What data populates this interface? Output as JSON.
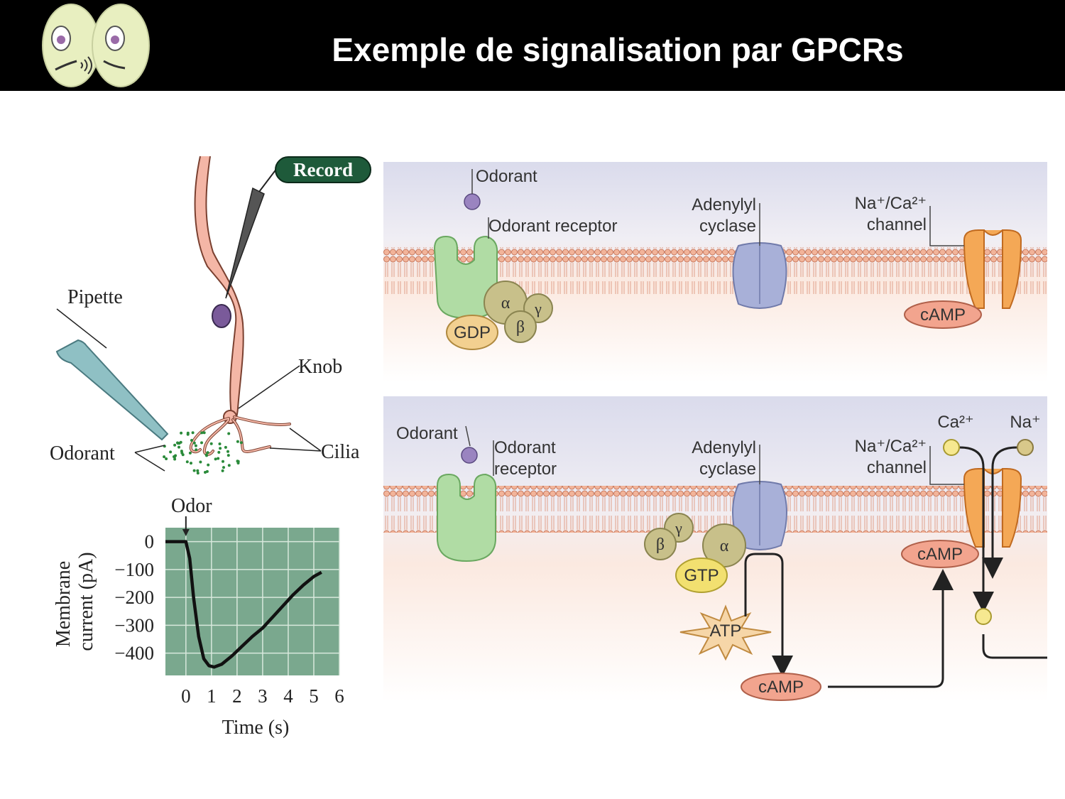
{
  "slide": {
    "title": "Exemple de signalisation par GPCRs"
  },
  "logo": {
    "icon": "speaking-faces-icon"
  },
  "left_figure": {
    "labels": {
      "record": "Record",
      "pipette": "Pipette",
      "knob": "Knob",
      "odorant": "Odorant",
      "cilia": "Cilia",
      "odor": "Odor"
    }
  },
  "chart_data": {
    "type": "line",
    "xlabel": "Time (s)",
    "ylabel": "Membrane current (pA)",
    "ylabel_lines": [
      "Membrane",
      "current (pA)"
    ],
    "x_ticks": [
      0,
      1,
      2,
      3,
      4,
      5,
      6
    ],
    "y_ticks": [
      0,
      -100,
      -200,
      -300,
      -400
    ],
    "y_tick_labels": [
      "0",
      "−100",
      "−200",
      "−300",
      "−400"
    ],
    "xlim": [
      -0.8,
      6
    ],
    "ylim": [
      -480,
      50
    ],
    "grid": true,
    "annotation": {
      "text": "Odor",
      "x": 0
    },
    "series": [
      {
        "x": [
          -0.8,
          0,
          0.15,
          0.3,
          0.5,
          0.7,
          0.9,
          1.1,
          1.4,
          1.8,
          2.2,
          2.6,
          3.0,
          3.4,
          3.8,
          4.2,
          4.6,
          5.0,
          5.3
        ],
        "y": [
          0,
          0,
          -60,
          -200,
          -340,
          -420,
          -445,
          -450,
          -440,
          -410,
          -375,
          -340,
          -310,
          -270,
          -230,
          -190,
          -155,
          -125,
          -110
        ]
      }
    ]
  },
  "right_figure": {
    "top_panel": {
      "odorant": "Odorant",
      "odorant_receptor": "Odorant receptor",
      "adenylyl": "Adenylyl",
      "cyclase": "cyclase",
      "channel_ions": "Na⁺/Ca²⁺",
      "channel": "channel",
      "alpha": "α",
      "beta": "β",
      "gamma": "γ",
      "gdp": "GDP",
      "camp": "cAMP"
    },
    "bottom_panel": {
      "odorant": "Odorant",
      "odorant_line1": "Odorant",
      "odorant_line2": "receptor",
      "adenylyl": "Adenylyl",
      "cyclase": "cyclase",
      "channel_ions": "Na⁺/Ca²⁺",
      "channel": "channel",
      "ca_ion": "Ca²⁺",
      "na_ion": "Na⁺",
      "alpha": "α",
      "beta": "β",
      "gamma": "γ",
      "gtp": "GTP",
      "atp": "ATP",
      "camp_channel": "cAMP",
      "camp_produced": "cAMP"
    }
  }
}
